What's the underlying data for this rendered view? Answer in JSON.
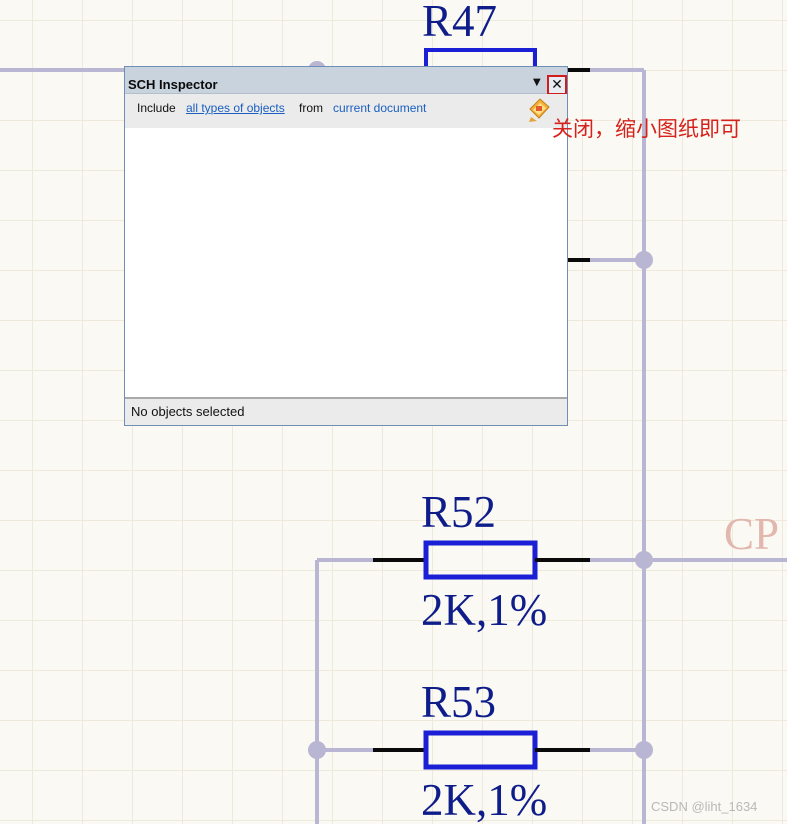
{
  "schematic": {
    "components": [
      {
        "designator": "R47",
        "value": ""
      },
      {
        "designator": "R52",
        "value": "2K,1%"
      },
      {
        "designator": "R53",
        "value": "2K,1%"
      }
    ],
    "net_label_partial": "CP",
    "colors": {
      "wire": "#b9b6d3",
      "resistor_body": "#1b1fd6",
      "pin": "#0a0a0a",
      "text": "#0f1d8a",
      "grid": "#efe9dc"
    }
  },
  "inspector": {
    "title": "SCH Inspector",
    "menu_icon": "dropdown-arrow-icon",
    "close_glyph": "✕",
    "filter": {
      "prefix": "Include",
      "object_types_link": "all types of objects",
      "middle": "from",
      "scope_link": "current document",
      "icon": "filter-icon"
    },
    "status": "No objects selected"
  },
  "annotation": {
    "text": "关闭，缩小图纸即可",
    "color": "#d6221c"
  },
  "watermark": "CSDN @liht_1634"
}
